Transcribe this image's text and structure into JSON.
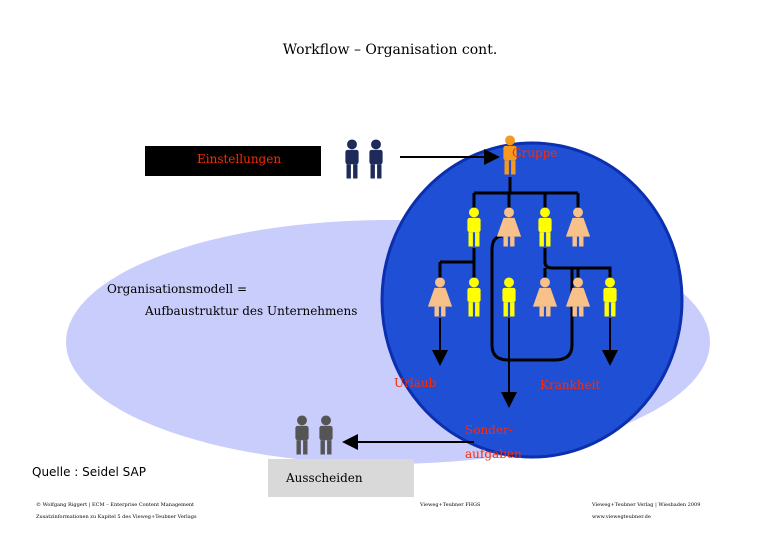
{
  "title": "Workflow – Organisation cont.",
  "boxes": {
    "einstellungen": "Einstellungen",
    "gruppe": "Gruppe",
    "urlaub": "Urlaub",
    "krankheit": "Krankheit",
    "sonderaufgaben_line1": "Sonder-",
    "sonderaufgaben_line2": "aufgaben",
    "ausscheiden": "Ausscheiden"
  },
  "organisation": {
    "line1": "Organisationsmodell =",
    "line2": "Aufbaustruktur des Unternehmens"
  },
  "source": "Quelle : Seidel SAP",
  "footer": {
    "left_line1": "© Wolfgang Riggert | ECM – Enterprise Content Management",
    "left_line2": "Zusatzinformationen zu Kapitel 5 des Vieweg+Teubner Verlags",
    "center": "Vieweg+Teubner FHGS",
    "right_line1": "Vieweg+Teubner Verlag | Wiesbaden 2009",
    "right_line2": "www.viewegteubner.de"
  },
  "colors": {
    "background_ellipse": "#c9cdfb",
    "group_circle": "#1f4fd4",
    "group_circle_border": "#0b2fae",
    "highlight_text": "#ff2a00",
    "person_dark": "#1e2a5a",
    "person_orange": "#f59a1e",
    "person_yellow": "#ffff00",
    "person_peach": "#f7c189",
    "person_gray": "#555555"
  },
  "icons": [
    "person-icon",
    "arrow-right-icon",
    "arrow-left-icon"
  ]
}
